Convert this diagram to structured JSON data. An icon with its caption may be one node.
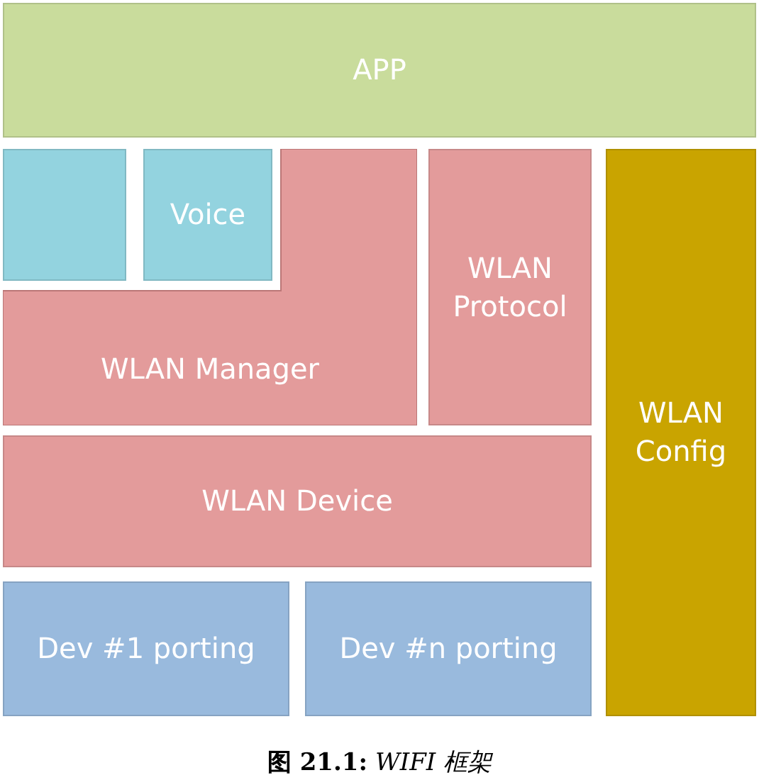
{
  "diagram": {
    "caption": "**图 21.1:** *WIFI 框架*",
    "nodes": [
      {
        "text": [
          "APP"
        ]
      },
      {
        "text": [],
        "shape": "box"
      },
      {
        "text": [
          "Voice"
        ]
      },
      {
        "text": [
          "WLAN Manager"
        ]
      },
      {
        "text": [
          "WLAN Protocol"
        ]
      },
      {
        "text": [
          "WLAN Config"
        ]
      },
      {
        "text": [
          "WLAN Device"
        ]
      },
      {
        "text": [
          "Dev #1 porting"
        ]
      },
      {
        "text": [
          "Dev #n porting"
        ]
      }
    ]
  }
}
